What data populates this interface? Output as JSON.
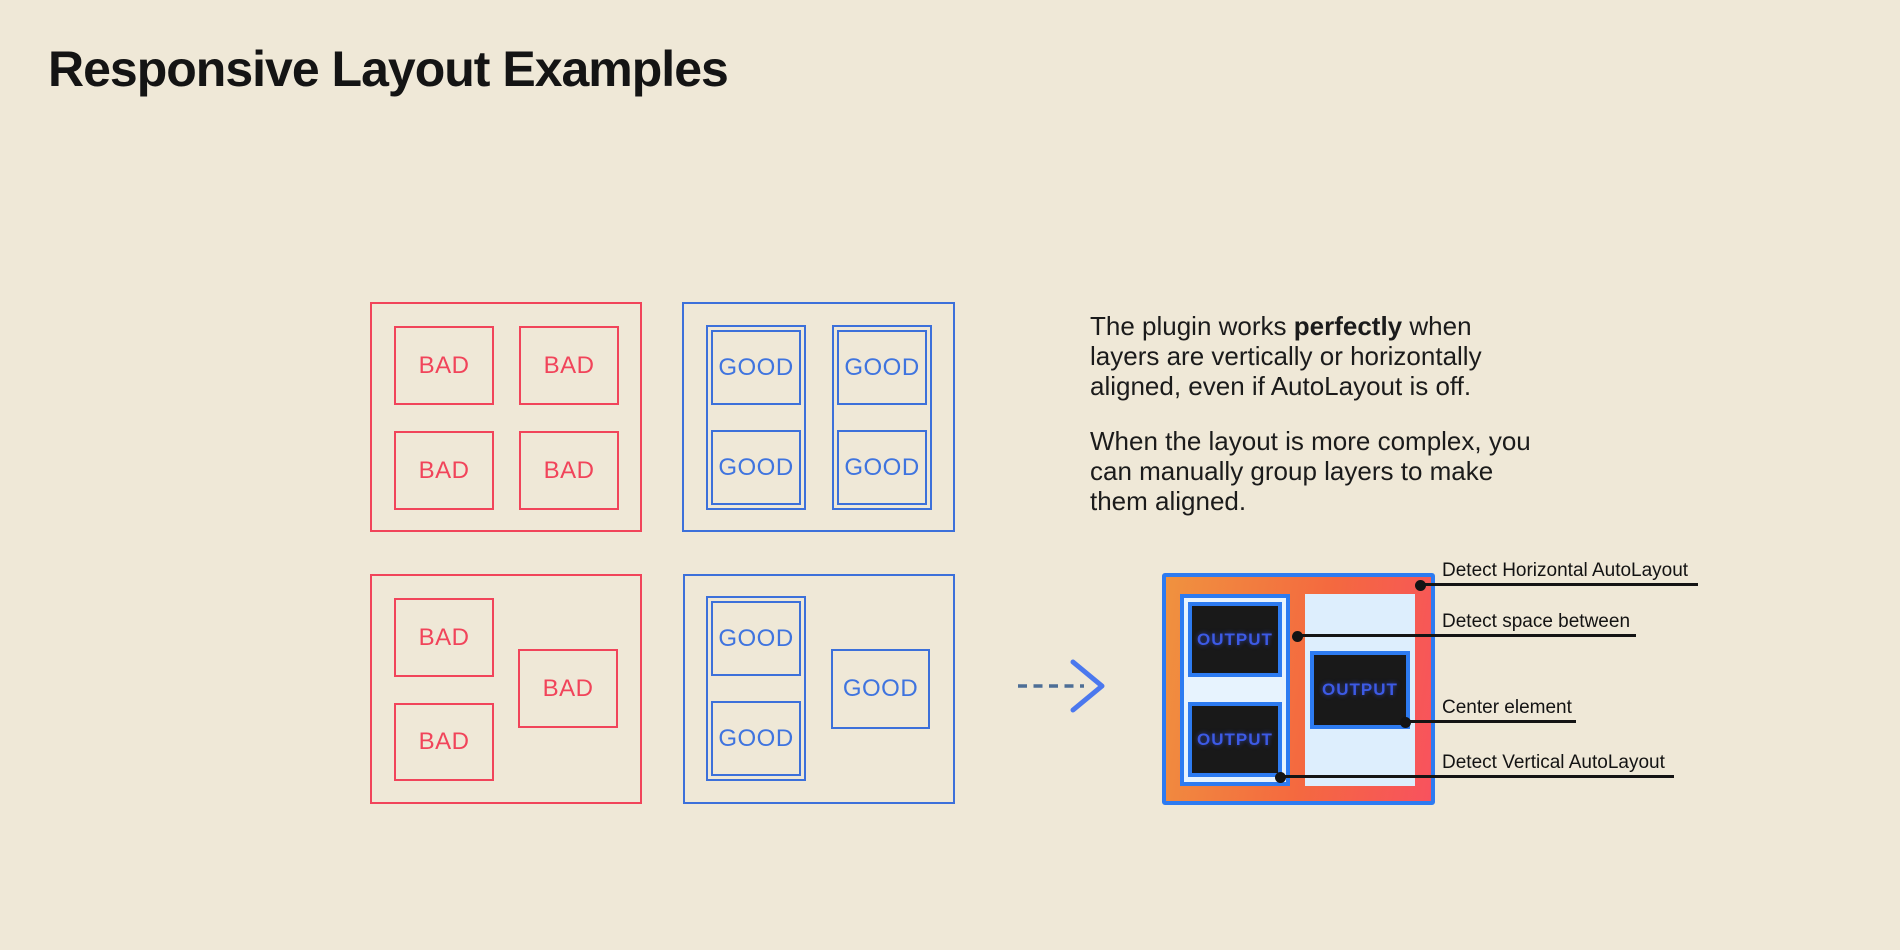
{
  "title": "Responsive Layout Examples",
  "description": {
    "p1": {
      "pre": "The plugin works ",
      "bold": "perfectly",
      "post": " when",
      "line2": "layers are vertically or horizontally",
      "line3": "aligned, even if AutoLayout is off."
    },
    "p2": {
      "line1": "When the layout is more complex, you",
      "line2": "can manually group layers to make",
      "line3": "them aligned."
    }
  },
  "examples": {
    "bad_label": "BAD",
    "good_label": "GOOD"
  },
  "output": {
    "box_label": "OUTPUT"
  },
  "annotations": {
    "horizontal": "Detect Horizontal AutoLayout",
    "space_between": "Detect space between",
    "center": "Center element",
    "vertical": "Detect Vertical AutoLayout"
  },
  "colors": {
    "background": "#efe8d7",
    "bad_red": "#f1445a",
    "good_blue": "#3c70da",
    "bright_blue": "#2d7bf1",
    "gradient_orange": "#f0923f",
    "gradient_red": "#f8525e",
    "pale_blue": "#e7f3fe",
    "dark_box": "#191919",
    "output_text": "#3c5ae5",
    "ink": "#141414"
  }
}
